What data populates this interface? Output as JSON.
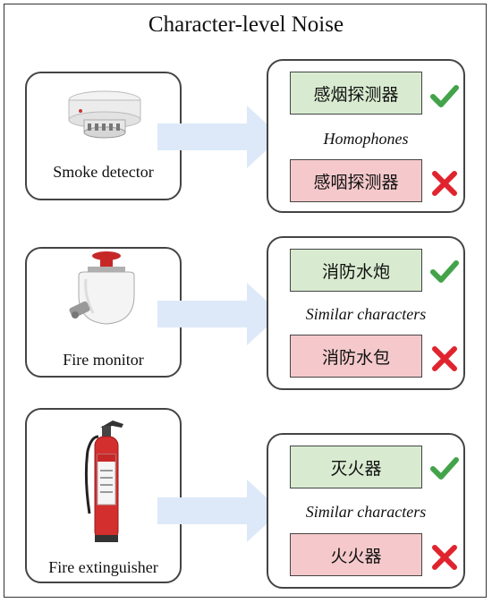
{
  "title": "Character-level Noise",
  "colors": {
    "correct_fill": "#d8ebd0",
    "wrong_fill": "#f5c9cb",
    "check": "#43a34a",
    "cross": "#e0242e",
    "arrow": "#dde9f8"
  },
  "examples": [
    {
      "object": "Smoke detector",
      "icon": "smoke-detector-icon",
      "noise_type": "Homophones",
      "correct": "感烟探测器",
      "wrong": "感咽探测器"
    },
    {
      "object": "Fire monitor",
      "icon": "fire-monitor-icon",
      "noise_type": "Similar characters",
      "correct": "消防水炮",
      "wrong": "消防水包"
    },
    {
      "object": "Fire extinguisher",
      "icon": "fire-extinguisher-icon",
      "noise_type": "Similar characters",
      "correct": "灭火器",
      "wrong": "火火器"
    }
  ]
}
